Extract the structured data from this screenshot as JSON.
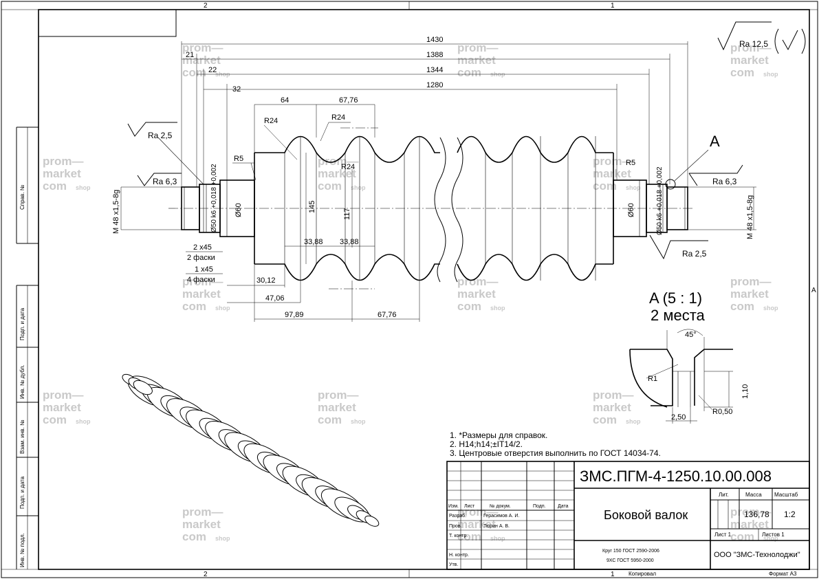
{
  "frame": {
    "zone_top_left": "2",
    "zone_top_right": "1",
    "zone_bottom_left": "2",
    "zone_bottom_right": "1",
    "zone_right": "A",
    "side_labels": [
      "Справ. №",
      "Подп. и дата",
      "Инв. № дубл.",
      "Взам. инв. №",
      "Подп. и дата",
      "Инв. № подл."
    ]
  },
  "roughness": {
    "general": "Ra 12,5",
    "left_outer": "Ra 2,5",
    "left_end": "Ra 6,3",
    "right_end": "Ra 6,3",
    "right_bottom": "Ra 2,5"
  },
  "dimensions": {
    "overall": [
      "1430",
      "1388",
      "1344",
      "1280"
    ],
    "small_left": [
      "21",
      "22",
      "32"
    ],
    "pitch_top": [
      "64",
      "67,76"
    ],
    "radii": [
      "R24",
      "R24",
      "R24",
      "R5",
      "R5"
    ],
    "diameters": [
      "Ø60",
      "145",
      "117",
      "Ø60"
    ],
    "shaft_left": [
      "M 48 x1,5-8g",
      "Ø50 k6 +0,018 +0,002"
    ],
    "shaft_right": [
      "Ø50 k6 +0,018 +0,002",
      "M 48 x1,5-8g"
    ],
    "groove_widths": [
      "33,88",
      "33,88"
    ],
    "chamfers": [
      "2 x45",
      "2 фаски",
      "1 x45",
      "4 фаски"
    ],
    "bottom": [
      "30,12",
      "47,06",
      "97,89",
      "67,76"
    ]
  },
  "detail": {
    "callout": "A",
    "title": "A (5 : 1)",
    "subtitle": "2 места",
    "angle": "45°",
    "r1": "R1",
    "r050": "R0,50",
    "height": "1,10",
    "width": "2,50"
  },
  "notes": [
    "1.    *Размеры для справок.",
    "2.    H14;h14;±IT14/2.",
    "3.    Центровые отверстия выполнить по ГОСТ 14034-74."
  ],
  "title_block": {
    "designation": "ЗМС.ПГМ-4-1250.10.00.008",
    "name": "Боковой валок",
    "material_1": "Круг 150  ГОСТ 2590-2006",
    "material_2": "9ХС ГОСТ 5950-2000",
    "company": "ООО \"ЗМС-Технолоджи\"",
    "lit": "Лит.",
    "mass_label": "Масса",
    "scale_label": "Масштаб",
    "mass": "136,78",
    "scale": "1:2",
    "sheet": "Лист 1",
    "sheets": "Листов 1",
    "col_izm": "Изм.",
    "col_list": "Лист",
    "col_doc": "№ докум.",
    "col_sign": "Подп.",
    "col_date": "Дата",
    "row_razrab": "Разраб.",
    "row_prov": "Пров.",
    "row_tkontr": "Т. контр.",
    "row_nkontr": "Н. контр.",
    "row_utv": "Утв.",
    "razrab_name": "Герасимов А. И.",
    "prov_name": "Тюрин А. В.",
    "copied": "Копировал",
    "format": "Формат A3"
  },
  "watermark": [
    "prom—",
    "market",
    "com",
    "shop"
  ]
}
